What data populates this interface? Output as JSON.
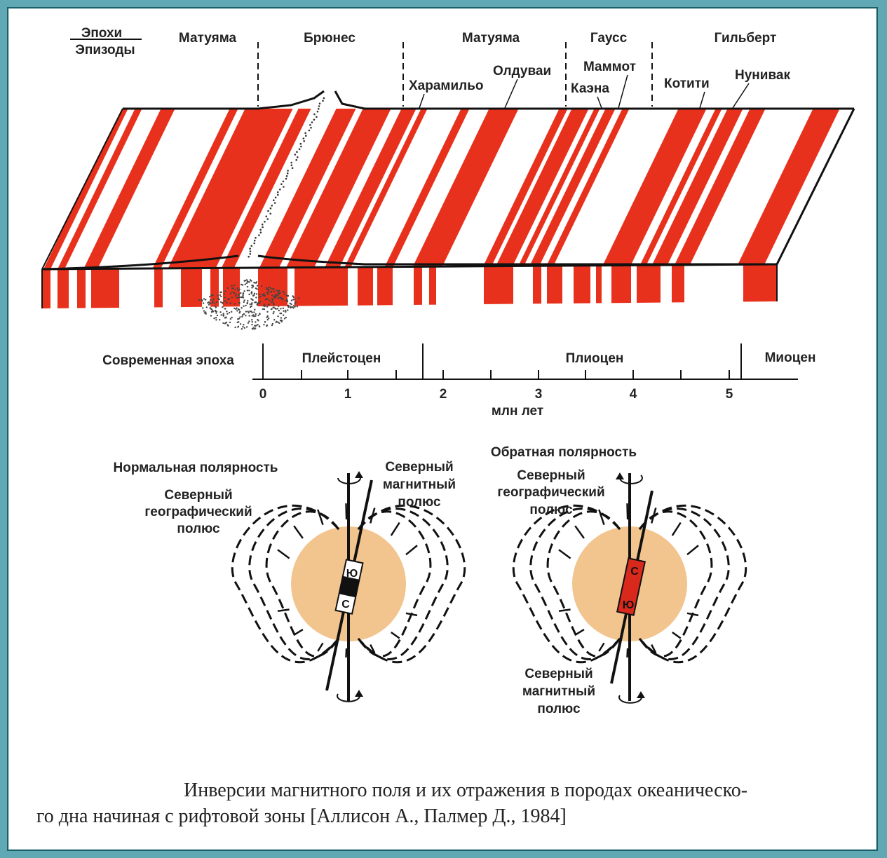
{
  "colors": {
    "stripe": "#e8311c",
    "background_frame": "#5fa8b4",
    "earth": "#f2c58f",
    "magnet_reverse": "#d9281c"
  },
  "header": {
    "epochs_label": "Эпохи",
    "episodes_label": "Эпизоды"
  },
  "epochs": [
    "Матуяма",
    "Брюнес",
    "Матуяма",
    "Гаусс",
    "Гильберт"
  ],
  "episodes": [
    "Харамильо",
    "Олдуваи",
    "Маммот",
    "Каэна",
    "Котити",
    "Нунивак"
  ],
  "geologic": {
    "recent": "Современная эпоха",
    "pleistocene": "Плейстоцен",
    "pliocene": "Плиоцен",
    "miocene": "Миоцен"
  },
  "axis": {
    "ticks": [
      "0",
      "1",
      "2",
      "3",
      "4",
      "5"
    ],
    "unit": "млн  лет"
  },
  "normal": {
    "title": "Нормальная полярность",
    "geo_pole": [
      "Северный",
      "географический",
      "полюс"
    ],
    "mag_pole": [
      "Северный",
      "магнитный",
      "полюс"
    ],
    "magnet_top": "Ю",
    "magnet_bottom": "С"
  },
  "reverse": {
    "title": "Обратная полярность",
    "geo_pole": [
      "Северный",
      "географический",
      "полюс"
    ],
    "mag_pole": [
      "Северный",
      "магнитный",
      "полюс"
    ],
    "magnet_top": "С",
    "magnet_bottom": "Ю"
  },
  "caption": {
    "line1": "Инверсии магнитного поля и их отражения в породах океаническо-",
    "line2": "го дна начиная с рифтовой зоны [Аллисон А., Палмер Д., 1984]"
  }
}
